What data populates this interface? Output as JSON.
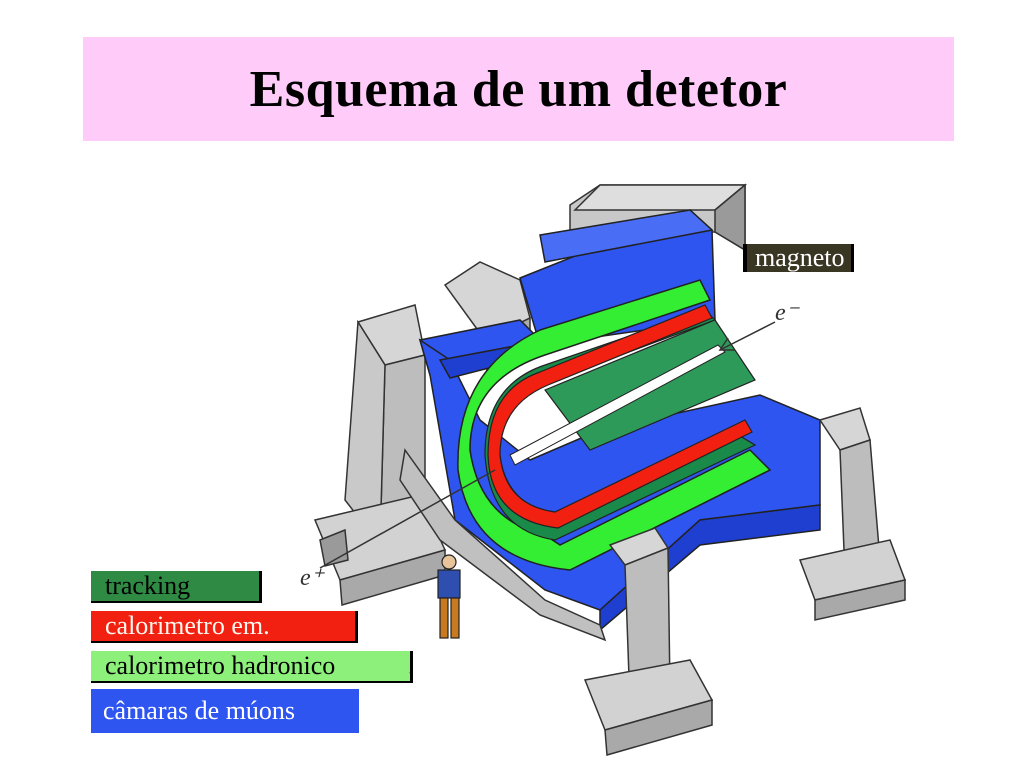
{
  "title": "Esquema de um detetor",
  "labels": {
    "magnet": "magneto",
    "electron": "e⁻",
    "positron": "e⁺"
  },
  "legend": {
    "tracking": "tracking",
    "em_calorimeter": "calorimetro em.",
    "hadronic_calorimeter": "calorimetro hadronico",
    "hadronic_trailing": ".",
    "muon_chambers": "câmaras de múons"
  },
  "colors": {
    "title_background": "#ffccf9",
    "tracking": "#2f8a43",
    "em_calorimeter": "#f22010",
    "hadronic_calorimeter": "#33ee33",
    "muon_chambers": "#2e55f0",
    "magnet_label": "#3a3624",
    "support_structure": "#c8c8c8"
  }
}
